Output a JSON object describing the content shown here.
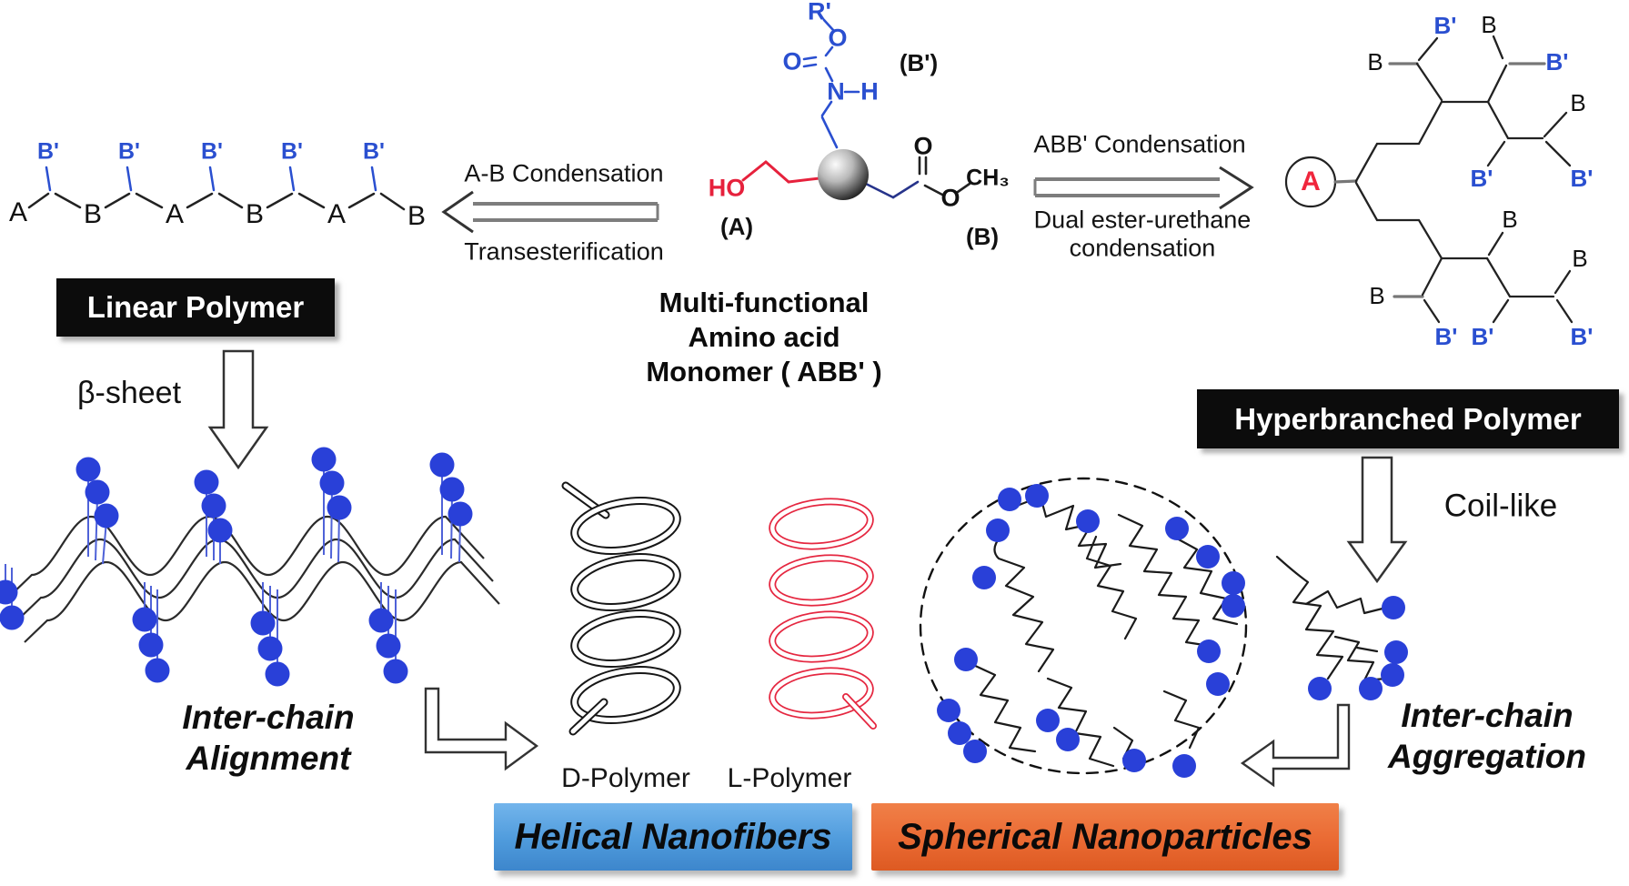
{
  "monomer_title": {
    "line1": "Multi-functional",
    "line2": "Amino acid",
    "line3": "Monomer ( ABB' )"
  },
  "monomer": {
    "r_prime": "R'",
    "o_carbamate": "O",
    "o_carbonyl_left": "O",
    "n": "N",
    "h": "H",
    "ho": "HO",
    "o_carbonyl_right": "O",
    "o_ester": "O",
    "ch3": "CH₃",
    "label_a": "(A)",
    "label_b": "(B)",
    "label_b_prime": "(B')"
  },
  "reactions": {
    "left_top": "A-B Condensation",
    "left_bottom": "Transesterification",
    "right_top": "ABB' Condensation",
    "right_bottom1": "Dual ester-urethane",
    "right_bottom2": "condensation"
  },
  "linear_polymer": {
    "box_label": "Linear Polymer",
    "backbone": [
      "A",
      "B",
      "A",
      "B",
      "A",
      "B"
    ],
    "branches": [
      "B'",
      "B'",
      "B'",
      "B'",
      "B'"
    ]
  },
  "hyperbranched": {
    "box_label": "Hyperbranched Polymer",
    "core": "A",
    "b_labels": [
      "B",
      "B",
      "B",
      "B",
      "B",
      "B"
    ],
    "b_prime_labels": [
      "B'",
      "B'",
      "B'",
      "B'",
      "B'",
      "B'",
      "B'"
    ]
  },
  "process": {
    "beta_sheet": "β-sheet",
    "coil_like": "Coil-like",
    "alignment_line1": "Inter-chain",
    "alignment_line2": "Alignment",
    "aggregation_line1": "Inter-chain",
    "aggregation_line2": "Aggregation"
  },
  "products": {
    "d_polymer": "D-Polymer",
    "l_polymer": "L-Polymer",
    "helical_box": "Helical Nanofibers",
    "spherical_box": "Spherical Nanoparticles"
  },
  "colors": {
    "chem_blue": "#2a4fd0",
    "chem_red": "#e6213c",
    "dot_blue": "#2940d8",
    "helix_red": "#e52740",
    "helix_black": "#161616",
    "box_blue": "#4f9bdc",
    "box_orange": "#ea6a33",
    "black_box": "#0c0c0c"
  }
}
